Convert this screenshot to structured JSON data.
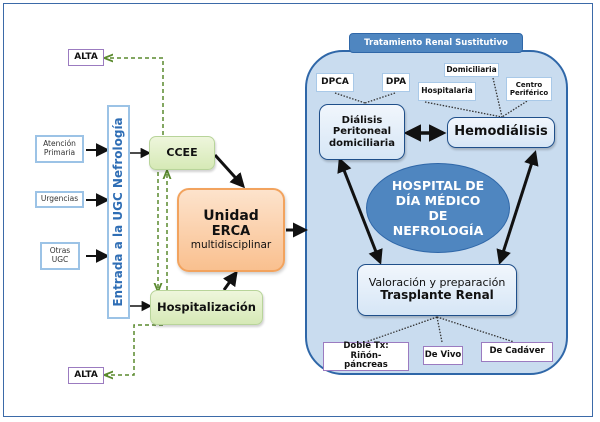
{
  "entrada": {
    "label": "Entrada a la UGC Nefrología",
    "sources": [
      "Atención Primaria",
      "Urgencias",
      "Otras UGC"
    ]
  },
  "alta_top": "ALTA",
  "alta_bottom": "ALTA",
  "ccee": "CCEE",
  "hospitalizacion": "Hospitalización",
  "erca": {
    "line1": "Unidad",
    "line2": "ERCA",
    "line3": "multidisciplinar"
  },
  "trs": {
    "title": "Tratamiento Renal Sustitutivo",
    "dialisis_peritoneal": "Diálisis Peritoneal domiciliaria",
    "dpca": "DPCA",
    "dpa": "DPA",
    "hemodialisis": "Hemodiálisis",
    "hospitalaria": "Hospitalaria",
    "domiciliaria": "Domiciliaria",
    "centro_periferico": "Centro Periférico",
    "hospital_dia": "HOSPITAL DE DÍA MÉDICO DE NEFROLOGÍA",
    "trasplante_line1": "Valoración y preparación",
    "trasplante_line2": "Trasplante Renal",
    "doble_tx": "Doble Tx: Riñón-páncreas",
    "de_vivo": "De Vivo",
    "de_cadaver": "De Cadáver"
  },
  "colors": {
    "frame": "#3b6aa8",
    "green_box": "#d6e9b6",
    "orange_box": "#f9c08f",
    "trs_panel": "#c9dcef",
    "ellipse": "#4f86c0",
    "dashed_arrow": "#5a8a2e",
    "entry_text": "#2f6eb5"
  }
}
